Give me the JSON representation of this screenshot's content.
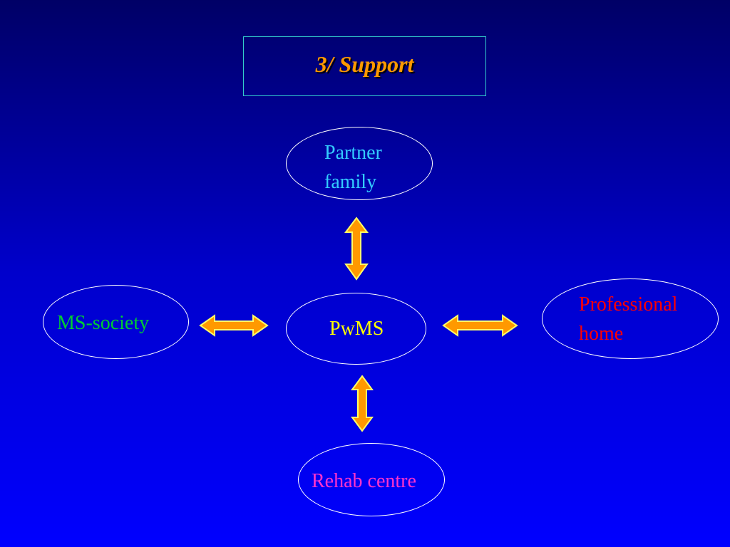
{
  "title": "3/ Support",
  "nodes": {
    "partner": {
      "line1": "Partner",
      "line2": "family",
      "color": "#33ccff"
    },
    "center": {
      "label": "PwMS",
      "color": "#ffff00"
    },
    "ms_society": {
      "label": "MS-society",
      "color": "#00cc33"
    },
    "professional": {
      "line1": "Professional",
      "line2": "home",
      "color": "#ff0000"
    },
    "rehab": {
      "label": "Rehab centre",
      "color": "#ff33cc"
    }
  },
  "colors": {
    "arrow_fill": "#ff9900",
    "arrow_stroke": "#ffff66",
    "title_box_border": "#33cccc",
    "title_text": "#ff9900",
    "node_border": "#ffffff"
  }
}
